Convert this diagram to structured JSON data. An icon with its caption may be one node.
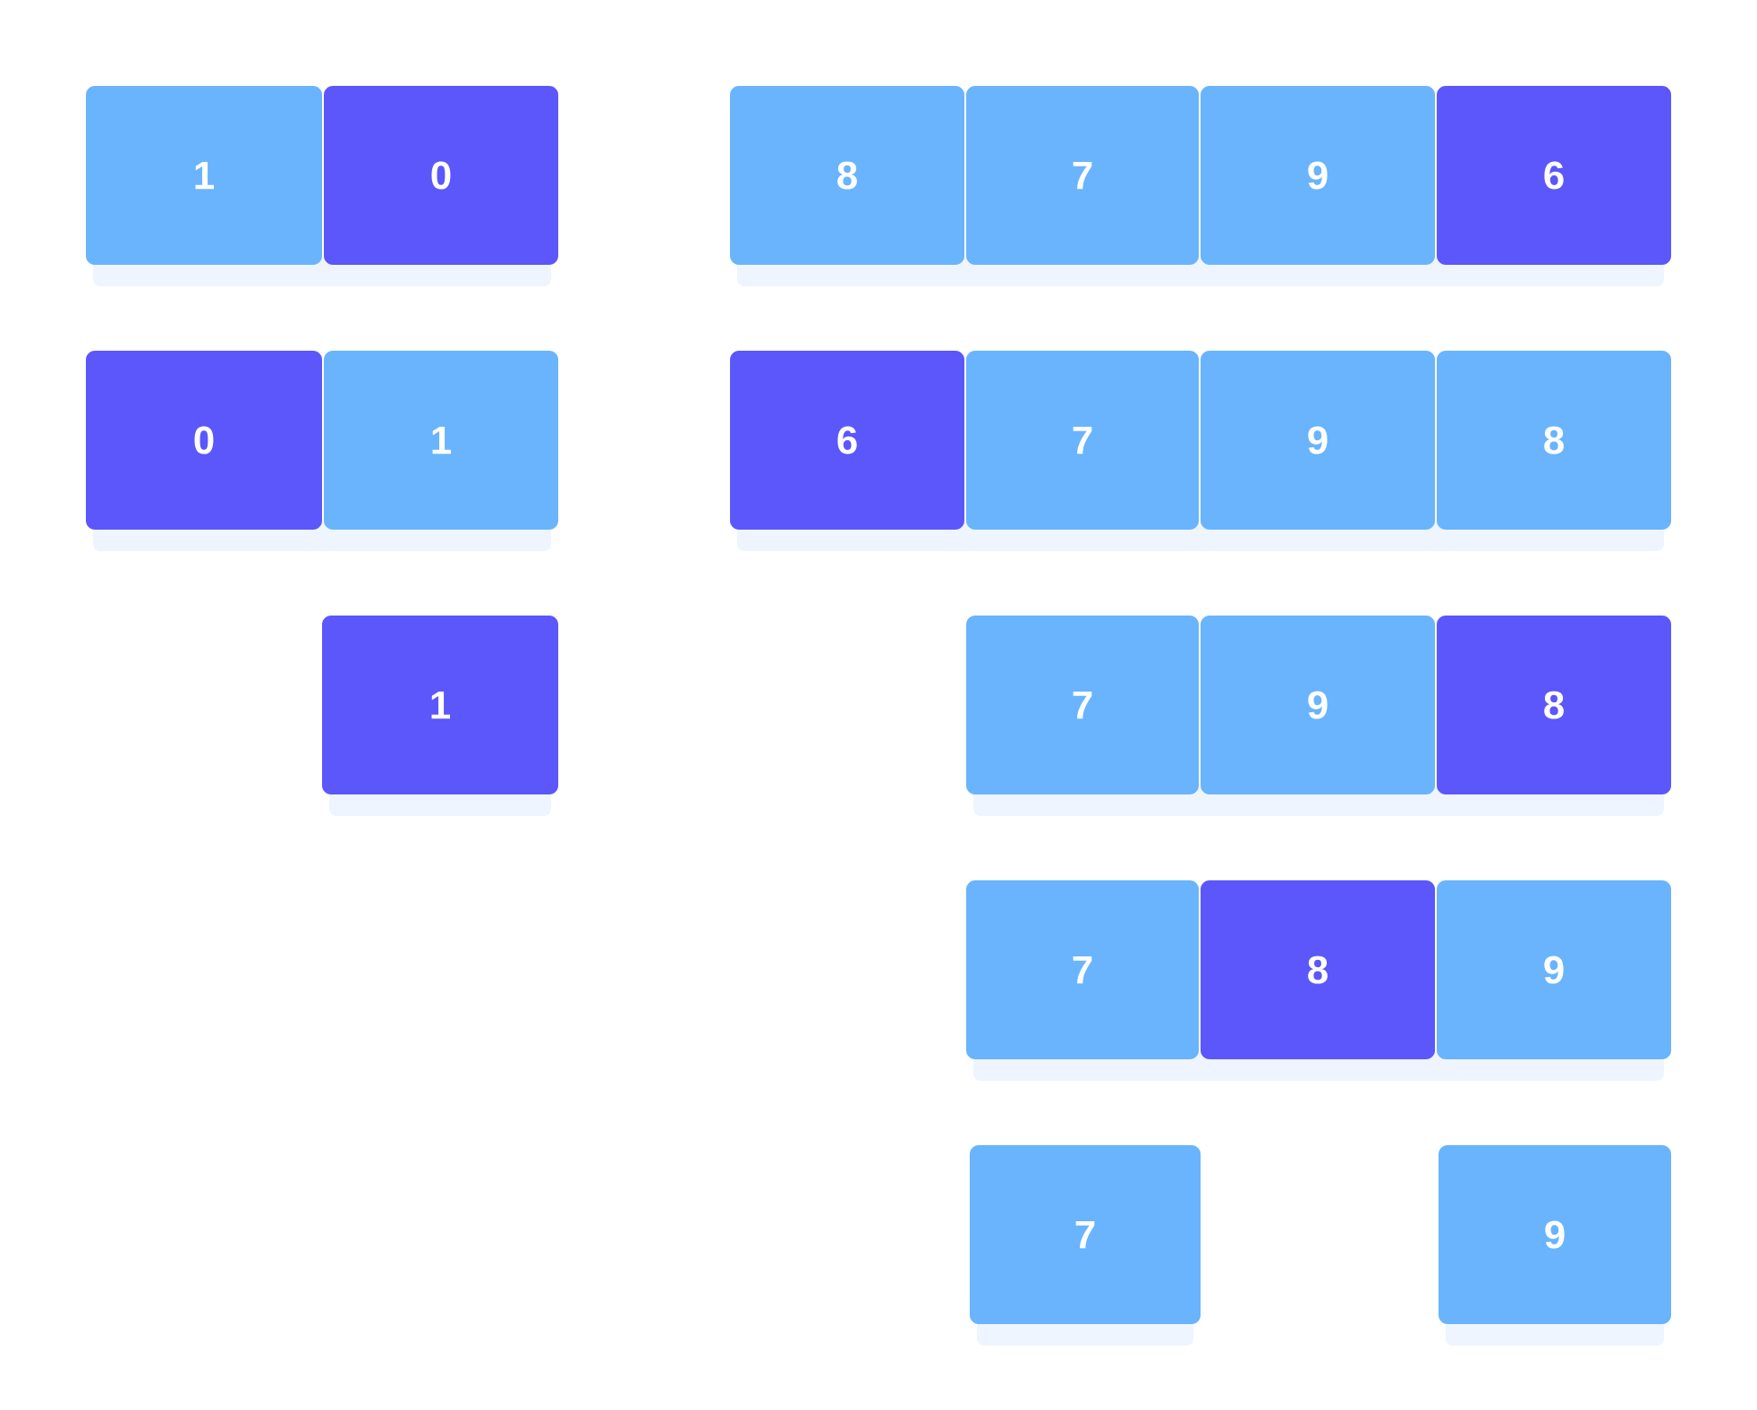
{
  "diagram": {
    "nodes": [
      {
        "text": [
          "1"
        ]
      },
      {
        "text": [
          "0"
        ]
      },
      {
        "text": [
          "8"
        ]
      },
      {
        "text": [
          "7"
        ]
      },
      {
        "text": [
          "9"
        ]
      },
      {
        "text": [
          "6"
        ]
      },
      {
        "text": [
          "0"
        ]
      },
      {
        "text": [
          "1"
        ]
      },
      {
        "text": [
          "6"
        ]
      },
      {
        "text": [
          "7"
        ]
      },
      {
        "text": [
          "9"
        ]
      },
      {
        "text": [
          "8"
        ]
      },
      {
        "text": [
          "1"
        ]
      },
      {
        "text": [
          "7"
        ]
      },
      {
        "text": [
          "9"
        ]
      },
      {
        "text": [
          "8"
        ]
      },
      {
        "text": [
          "7"
        ]
      },
      {
        "text": [
          "8"
        ]
      },
      {
        "text": [
          "9"
        ]
      },
      {
        "text": [
          "7"
        ]
      },
      {
        "text": [
          "9"
        ]
      }
    ]
  }
}
